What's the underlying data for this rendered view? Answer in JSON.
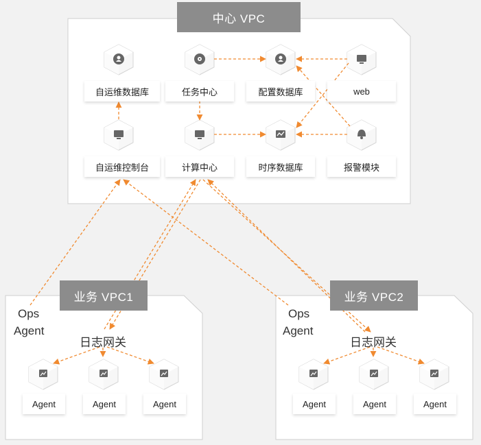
{
  "central_vpc": {
    "title": "中心 VPC",
    "nodes": {
      "ops_db": {
        "label": "自运维数据库",
        "icon": "user-icon"
      },
      "task_center": {
        "label": "任务中心",
        "icon": "gear-icon"
      },
      "config_db": {
        "label": "配置数据库",
        "icon": "user-icon"
      },
      "web": {
        "label": "web",
        "icon": "monitor-icon"
      },
      "ops_console": {
        "label": "自运维控制台",
        "icon": "monitor-icon"
      },
      "compute_center": {
        "label": "计算中心",
        "icon": "monitor-icon"
      },
      "ts_db": {
        "label": "时序数据库",
        "icon": "chart-icon"
      },
      "alarm": {
        "label": "报警模块",
        "icon": "bell-icon"
      }
    }
  },
  "biz_vpc1": {
    "title": "业务 VPC1",
    "ops_agent_line1": "Ops",
    "ops_agent_line2": "Agent",
    "gateway": "日志网关",
    "agents": [
      "Agent",
      "Agent",
      "Agent"
    ],
    "agent_icon": "image-icon"
  },
  "biz_vpc2": {
    "title": "业务 VPC2",
    "ops_agent_line1": "Ops",
    "ops_agent_line2": "Agent",
    "gateway": "日志网关",
    "agents": [
      "Agent",
      "Agent",
      "Agent"
    ],
    "agent_icon": "image-icon"
  },
  "colors": {
    "arrow": "#f08a30",
    "panel_fill": "#ffffff",
    "panel_border": "#cfcfcf",
    "title_fill": "#8c8c8c"
  }
}
